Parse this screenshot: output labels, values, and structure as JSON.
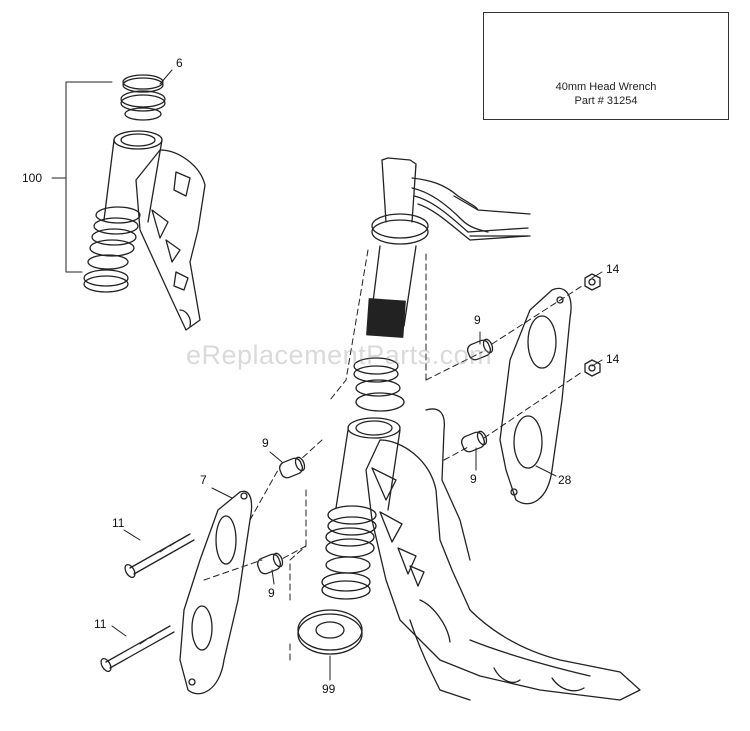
{
  "inset": {
    "tool_name": "40mm Head Wrench",
    "part_number": "Part # 31254"
  },
  "callouts": {
    "c6": "6",
    "c100": "100",
    "c14a": "14",
    "c14b": "14",
    "c9a": "9",
    "c9b": "9",
    "c9c": "9",
    "c9d": "9",
    "c7": "7",
    "c28": "28",
    "c11a": "11",
    "c11b": "11",
    "c99": "99"
  },
  "watermark": "eReplacementParts.com"
}
